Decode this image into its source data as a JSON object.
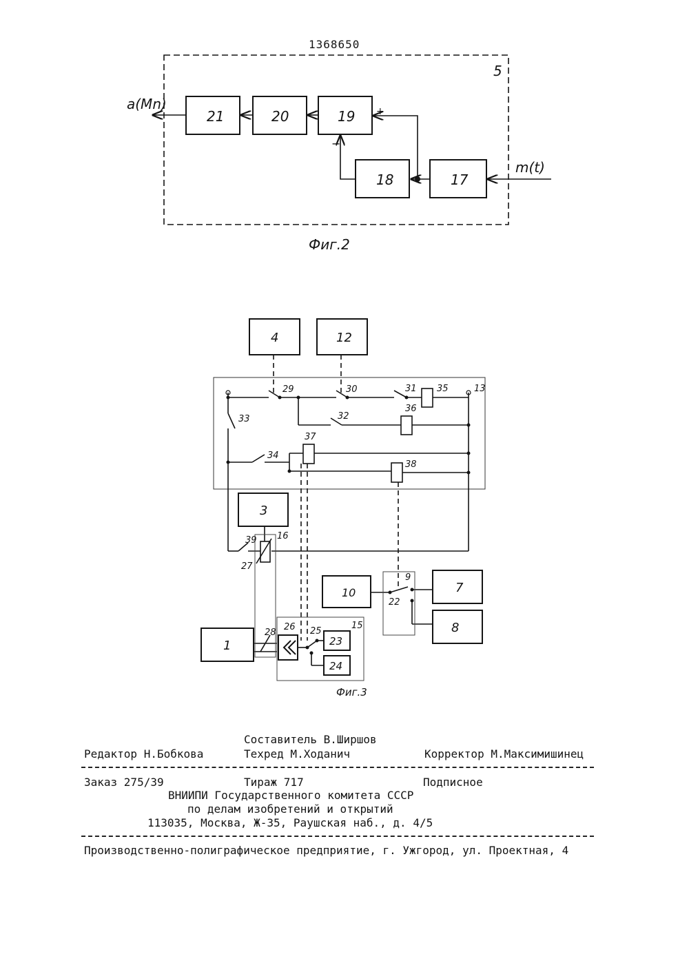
{
  "patent_number": "1368650",
  "fig2": {
    "caption": "Фиг.2",
    "frame_label": "5",
    "blocks": {
      "b21": "21",
      "b20": "20",
      "b19": "19",
      "b18": "18",
      "b17": "17"
    },
    "output_label": "a(Mn)",
    "input_label": "m(t)",
    "plus_sign": "+",
    "minus_sign": "−"
  },
  "fig3": {
    "caption": "Фиг.3",
    "blocks": {
      "b4": "4",
      "b12": "12",
      "b3": "3",
      "b10": "10",
      "b7": "7",
      "b8": "8",
      "b1": "1",
      "b23": "23",
      "b24": "24"
    },
    "labels": {
      "l29": "29",
      "l30": "30",
      "l31": "31",
      "l35": "35",
      "l13": "13",
      "l32": "32",
      "l36": "36",
      "l33": "33",
      "l37": "37",
      "l34": "34",
      "l38": "38",
      "l39": "39",
      "l16": "16",
      "l27": "27",
      "l9": "9",
      "l22": "22",
      "l28": "28",
      "l26": "26",
      "l25": "25",
      "l15": "15"
    }
  },
  "footer": {
    "compiler": "Составитель В.Ширшов",
    "editor": "Редактор Н.Бобкова",
    "techred": "Техред М.Ходанич",
    "corrector": "Корректор М.Максимишинец",
    "order": "Заказ 275/39",
    "circulation": "Тираж 717",
    "subscription": "Подписное",
    "org_line1": "ВНИИПИ Государственного комитета СССР",
    "org_line2": "по делам изобретений и открытий",
    "org_line3": "113035, Москва, Ж-35, Раушская наб., д. 4/5",
    "production": "Производственно-полиграфическое предприятие, г. Ужгород, ул. Проектная, 4"
  }
}
